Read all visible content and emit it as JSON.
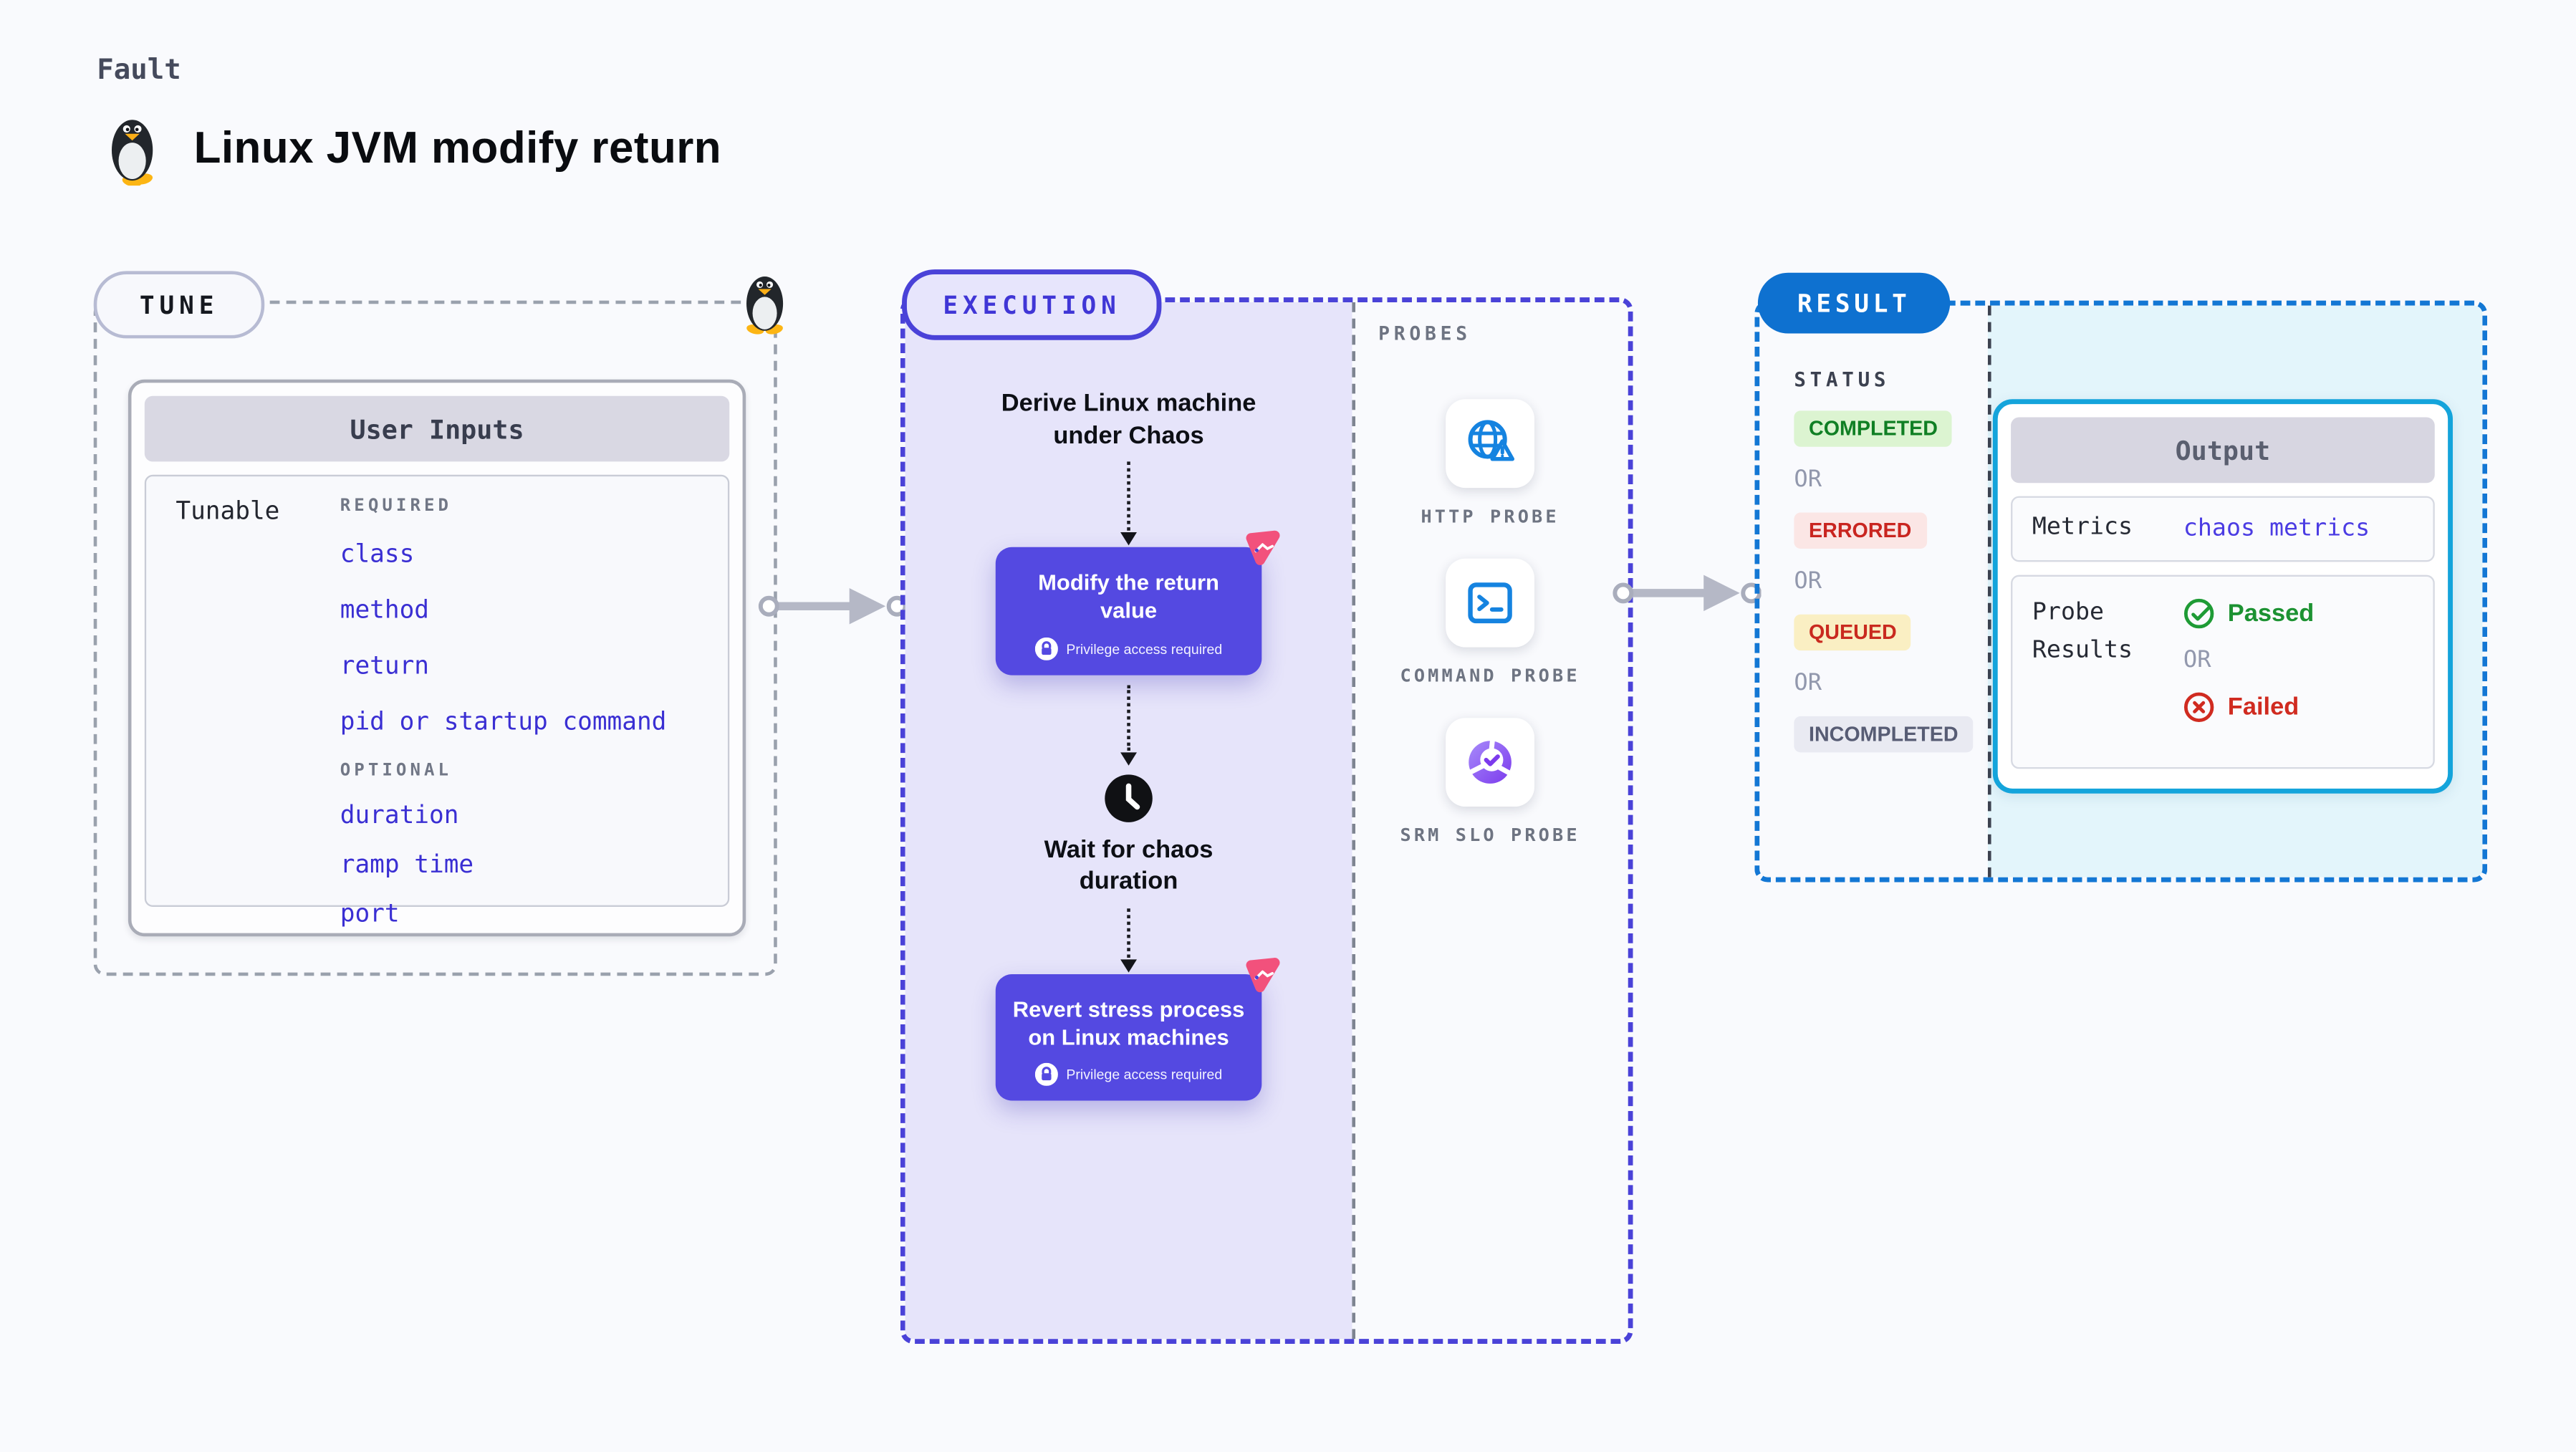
{
  "header": {
    "kicker": "Fault",
    "title": "Linux JVM modify return"
  },
  "icons": {
    "os": "tux-penguin",
    "action_corner": "chaos-pink-logo",
    "privilege": "lock",
    "wait": "clock",
    "probe_http": "globe-alert",
    "probe_command": "terminal",
    "probe_srm": "slo-donut-check",
    "passed": "check-circle",
    "failed": "x-circle",
    "connector": "arrow-right-with-ports"
  },
  "tune": {
    "badge": "TUNE",
    "card_title": "User Inputs",
    "row_label": "Tunable",
    "required_label": "REQUIRED",
    "required_items": [
      "class",
      "method",
      "return",
      "pid or startup command"
    ],
    "optional_label": "OPTIONAL",
    "optional_items": [
      "duration",
      "ramp time",
      "port"
    ]
  },
  "execution": {
    "badge": "EXECUTION",
    "step1": "Derive Linux machine under Chaos",
    "action1": {
      "title": "Modify the return value",
      "note": "Privilege access required"
    },
    "wait_text": "Wait for chaos duration",
    "action2": {
      "title": "Revert stress process on Linux machines",
      "note": "Privilege access required"
    }
  },
  "probes": {
    "label": "PROBES",
    "items": [
      {
        "name": "HTTP PROBE"
      },
      {
        "name": "COMMAND PROBE"
      },
      {
        "name": "SRM SLO PROBE"
      }
    ]
  },
  "result": {
    "badge": "RESULT",
    "status_label": "STATUS",
    "or_label": "OR",
    "statuses": [
      {
        "label": "COMPLETED",
        "fg": "#107f24",
        "bg": "#dcf4d1"
      },
      {
        "label": "ERRORED",
        "fg": "#c92520",
        "bg": "#fbe6e5"
      },
      {
        "label": "QUEUED",
        "fg": "#c92a1f",
        "bg": "#faefc3"
      },
      {
        "label": "INCOMPLETED",
        "fg": "#575c74",
        "bg": "#e9eaf2"
      }
    ],
    "output": {
      "title": "Output",
      "metrics_label": "Metrics",
      "metrics_value": "chaos metrics",
      "probe_results_label": "Probe Results",
      "passed": "Passed",
      "failed": "Failed"
    }
  },
  "colors": {
    "page_bg": "#f9fafd",
    "tune_dash": "#9aa1ad",
    "execution_accent": "#4a42d8",
    "execution_bg": "#e6e4fa",
    "action_box": "#5449e1",
    "chaos_pink": "#f2517c",
    "probe_blue": "#1583e0",
    "slo_purple": "#7c3aed",
    "result_accent": "#1377d4",
    "result_badge_bg": "#0e71d0",
    "output_border": "#14a4db",
    "output_bg": "#e3f5fb",
    "passed_green": "#1c9232",
    "failed_red": "#d02b20",
    "link_indigo": "#3a2fd3",
    "arrow_gray": "#b5b8c6"
  }
}
